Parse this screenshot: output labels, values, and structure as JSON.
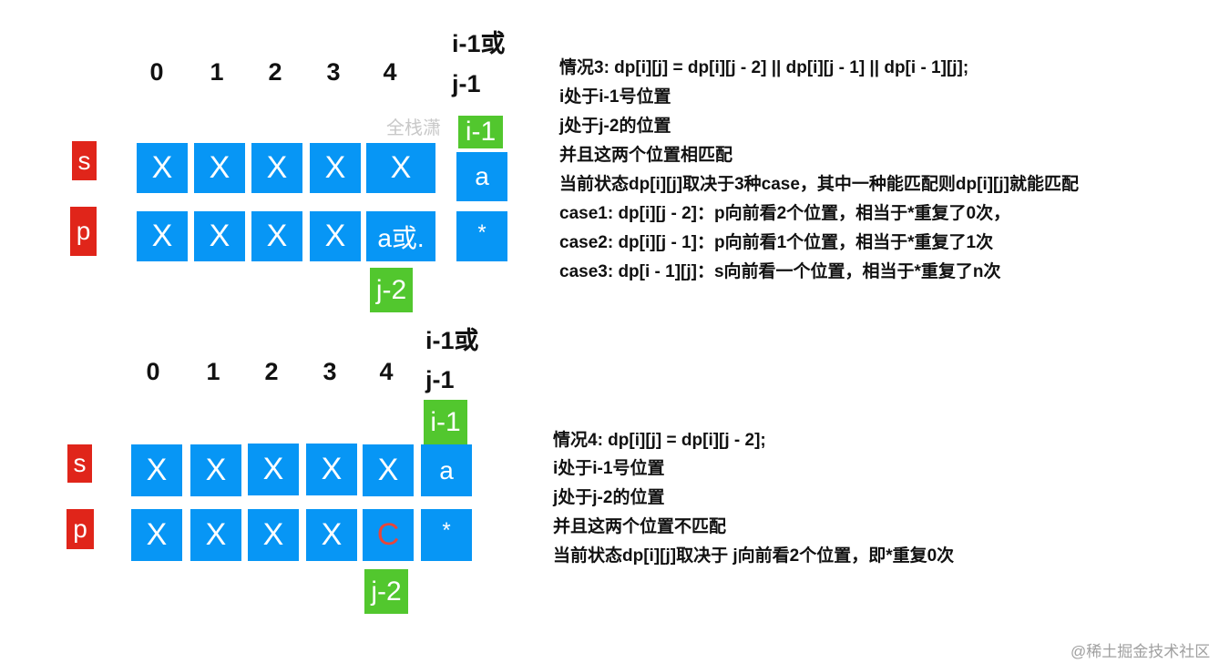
{
  "colors": {
    "cell": "#0796f5",
    "row_label": "#e0251a",
    "pointer": "#52c72e",
    "mismatch_char": "#e8453a"
  },
  "top": {
    "indices": [
      "0",
      "1",
      "2",
      "3",
      "4"
    ],
    "header_line1": "i-1或",
    "header_line2": "j-1",
    "i_pointer": "i-1",
    "j_pointer": "j-2",
    "s_label": "s",
    "p_label": "p",
    "s_cells": [
      "X",
      "X",
      "X",
      "X",
      "X",
      "a"
    ],
    "p_cells": [
      "X",
      "X",
      "X",
      "X",
      "a或.",
      "*"
    ],
    "watermark": "全栈潇"
  },
  "bottom": {
    "indices": [
      "0",
      "1",
      "2",
      "3",
      "4"
    ],
    "header_line1": "i-1或",
    "header_line2": "j-1",
    "i_pointer": "i-1",
    "j_pointer": "j-2",
    "s_label": "s",
    "p_label": "p",
    "s_cells": [
      "X",
      "X",
      "X",
      "X",
      "X",
      "a"
    ],
    "p_cells": [
      "X",
      "X",
      "X",
      "X",
      "C",
      "*"
    ]
  },
  "case3_lines": [
    "情况3: dp[i][j] = dp[i][j - 2] || dp[i][j - 1] || dp[i - 1][j];",
    "i处于i-1号位置",
    "j处于j-2的位置",
    "并且这两个位置相匹配",
    "当前状态dp[i][j]取决于3种case，其中一种能匹配则dp[i][j]就能匹配",
    "case1:  dp[i][j - 2]：p向前看2个位置，相当于*重复了0次，",
    "case2:  dp[i][j - 1]：p向前看1个位置，相当于*重复了1次",
    "case3:  dp[i - 1][j]：s向前看一个位置，相当于*重复了n次"
  ],
  "case4_lines": [
    "情况4: dp[i][j] = dp[i][j - 2];",
    "i处于i-1号位置",
    "j处于j-2的位置",
    "并且这两个位置不匹配",
    "当前状态dp[i][j]取决于 j向前看2个位置，即*重复0次"
  ],
  "footer": "@稀土掘金技术社区"
}
